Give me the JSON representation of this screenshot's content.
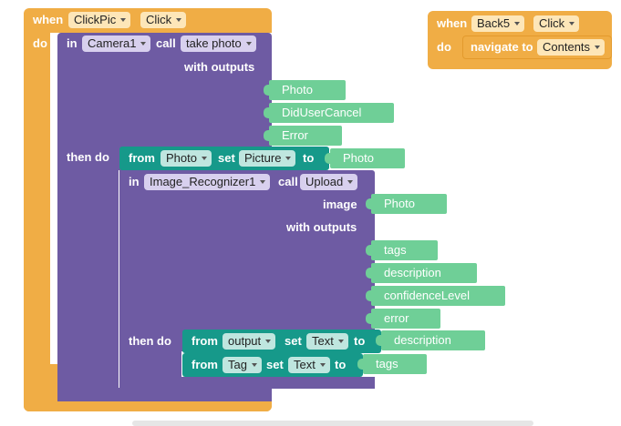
{
  "block1": {
    "when": "when",
    "component": "ClickPic",
    "event": "Click",
    "do": "do",
    "in": "in",
    "camera": "Camera1",
    "call": "call",
    "method": "take photo",
    "with_outputs": "with outputs",
    "outputs": [
      "Photo",
      "DidUserCancel",
      "Error"
    ],
    "then_do": "then do",
    "set1": {
      "from": "from",
      "comp": "Photo",
      "set": "set",
      "prop": "Picture",
      "to": "to",
      "value": "Photo"
    },
    "in2": "in",
    "recognizer": "Image_Recognizer1",
    "call2": "call",
    "method2": "Upload",
    "image_label": "image",
    "image_value": "Photo",
    "with_outputs2": "with outputs",
    "outputs2": [
      "tags",
      "description",
      "confidenceLevel",
      "error"
    ],
    "then_do2": "then do",
    "set2": {
      "from": "from",
      "comp": "output",
      "set": "set",
      "prop": "Text",
      "to": "to",
      "value": "description"
    },
    "set3": {
      "from": "from",
      "comp": "Tag",
      "set": "set",
      "prop": "Text",
      "to": "to",
      "value": "tags"
    }
  },
  "block2": {
    "when": "when",
    "component": "Back5",
    "event": "Click",
    "do": "do",
    "action": "navigate to",
    "target": "Contents"
  },
  "colors": {
    "event": "#f0ad45",
    "procedure": "#6e5ba3",
    "setter": "#16998a",
    "value": "#6fcf97"
  }
}
